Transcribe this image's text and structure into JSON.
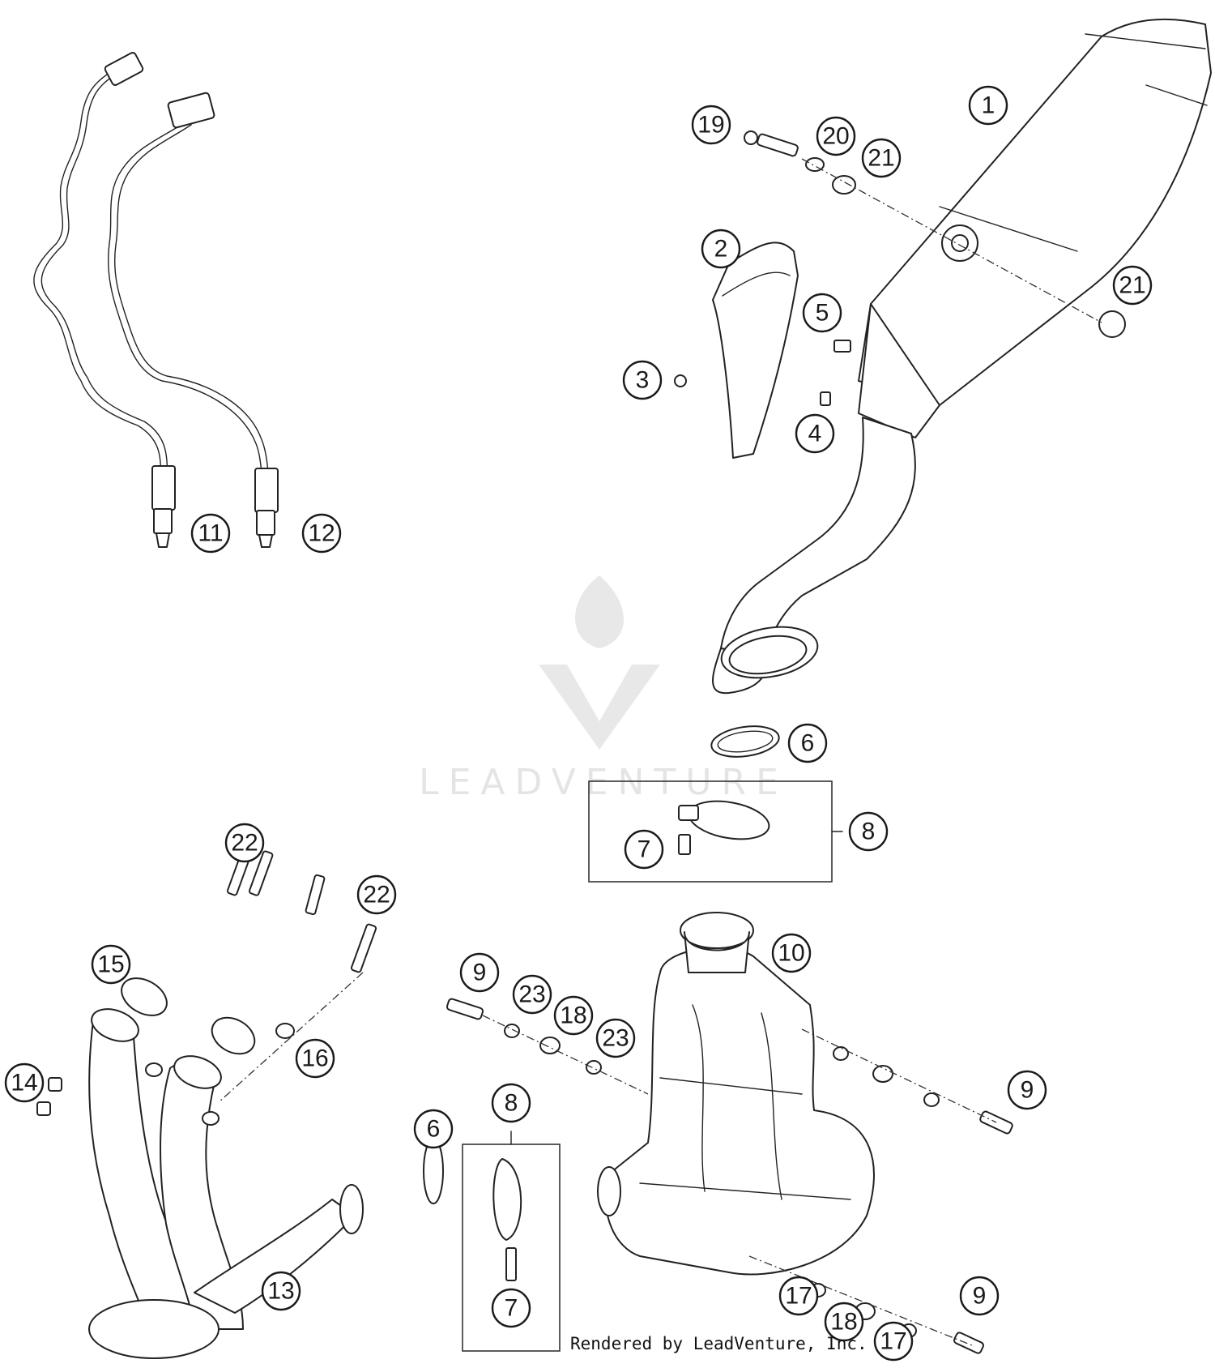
{
  "watermark": {
    "brand": "LEADVENTURE"
  },
  "credit": "Rendered by LeadVenture, Inc.",
  "callouts": [
    "1",
    "2",
    "3",
    "4",
    "5",
    "19",
    "20",
    "21",
    "21",
    "11",
    "12",
    "6",
    "7",
    "8",
    "22",
    "22",
    "15",
    "14",
    "16",
    "13",
    "9",
    "23",
    "18",
    "23",
    "10",
    "9",
    "8",
    "6",
    "7",
    "17",
    "18",
    "17",
    "9"
  ]
}
